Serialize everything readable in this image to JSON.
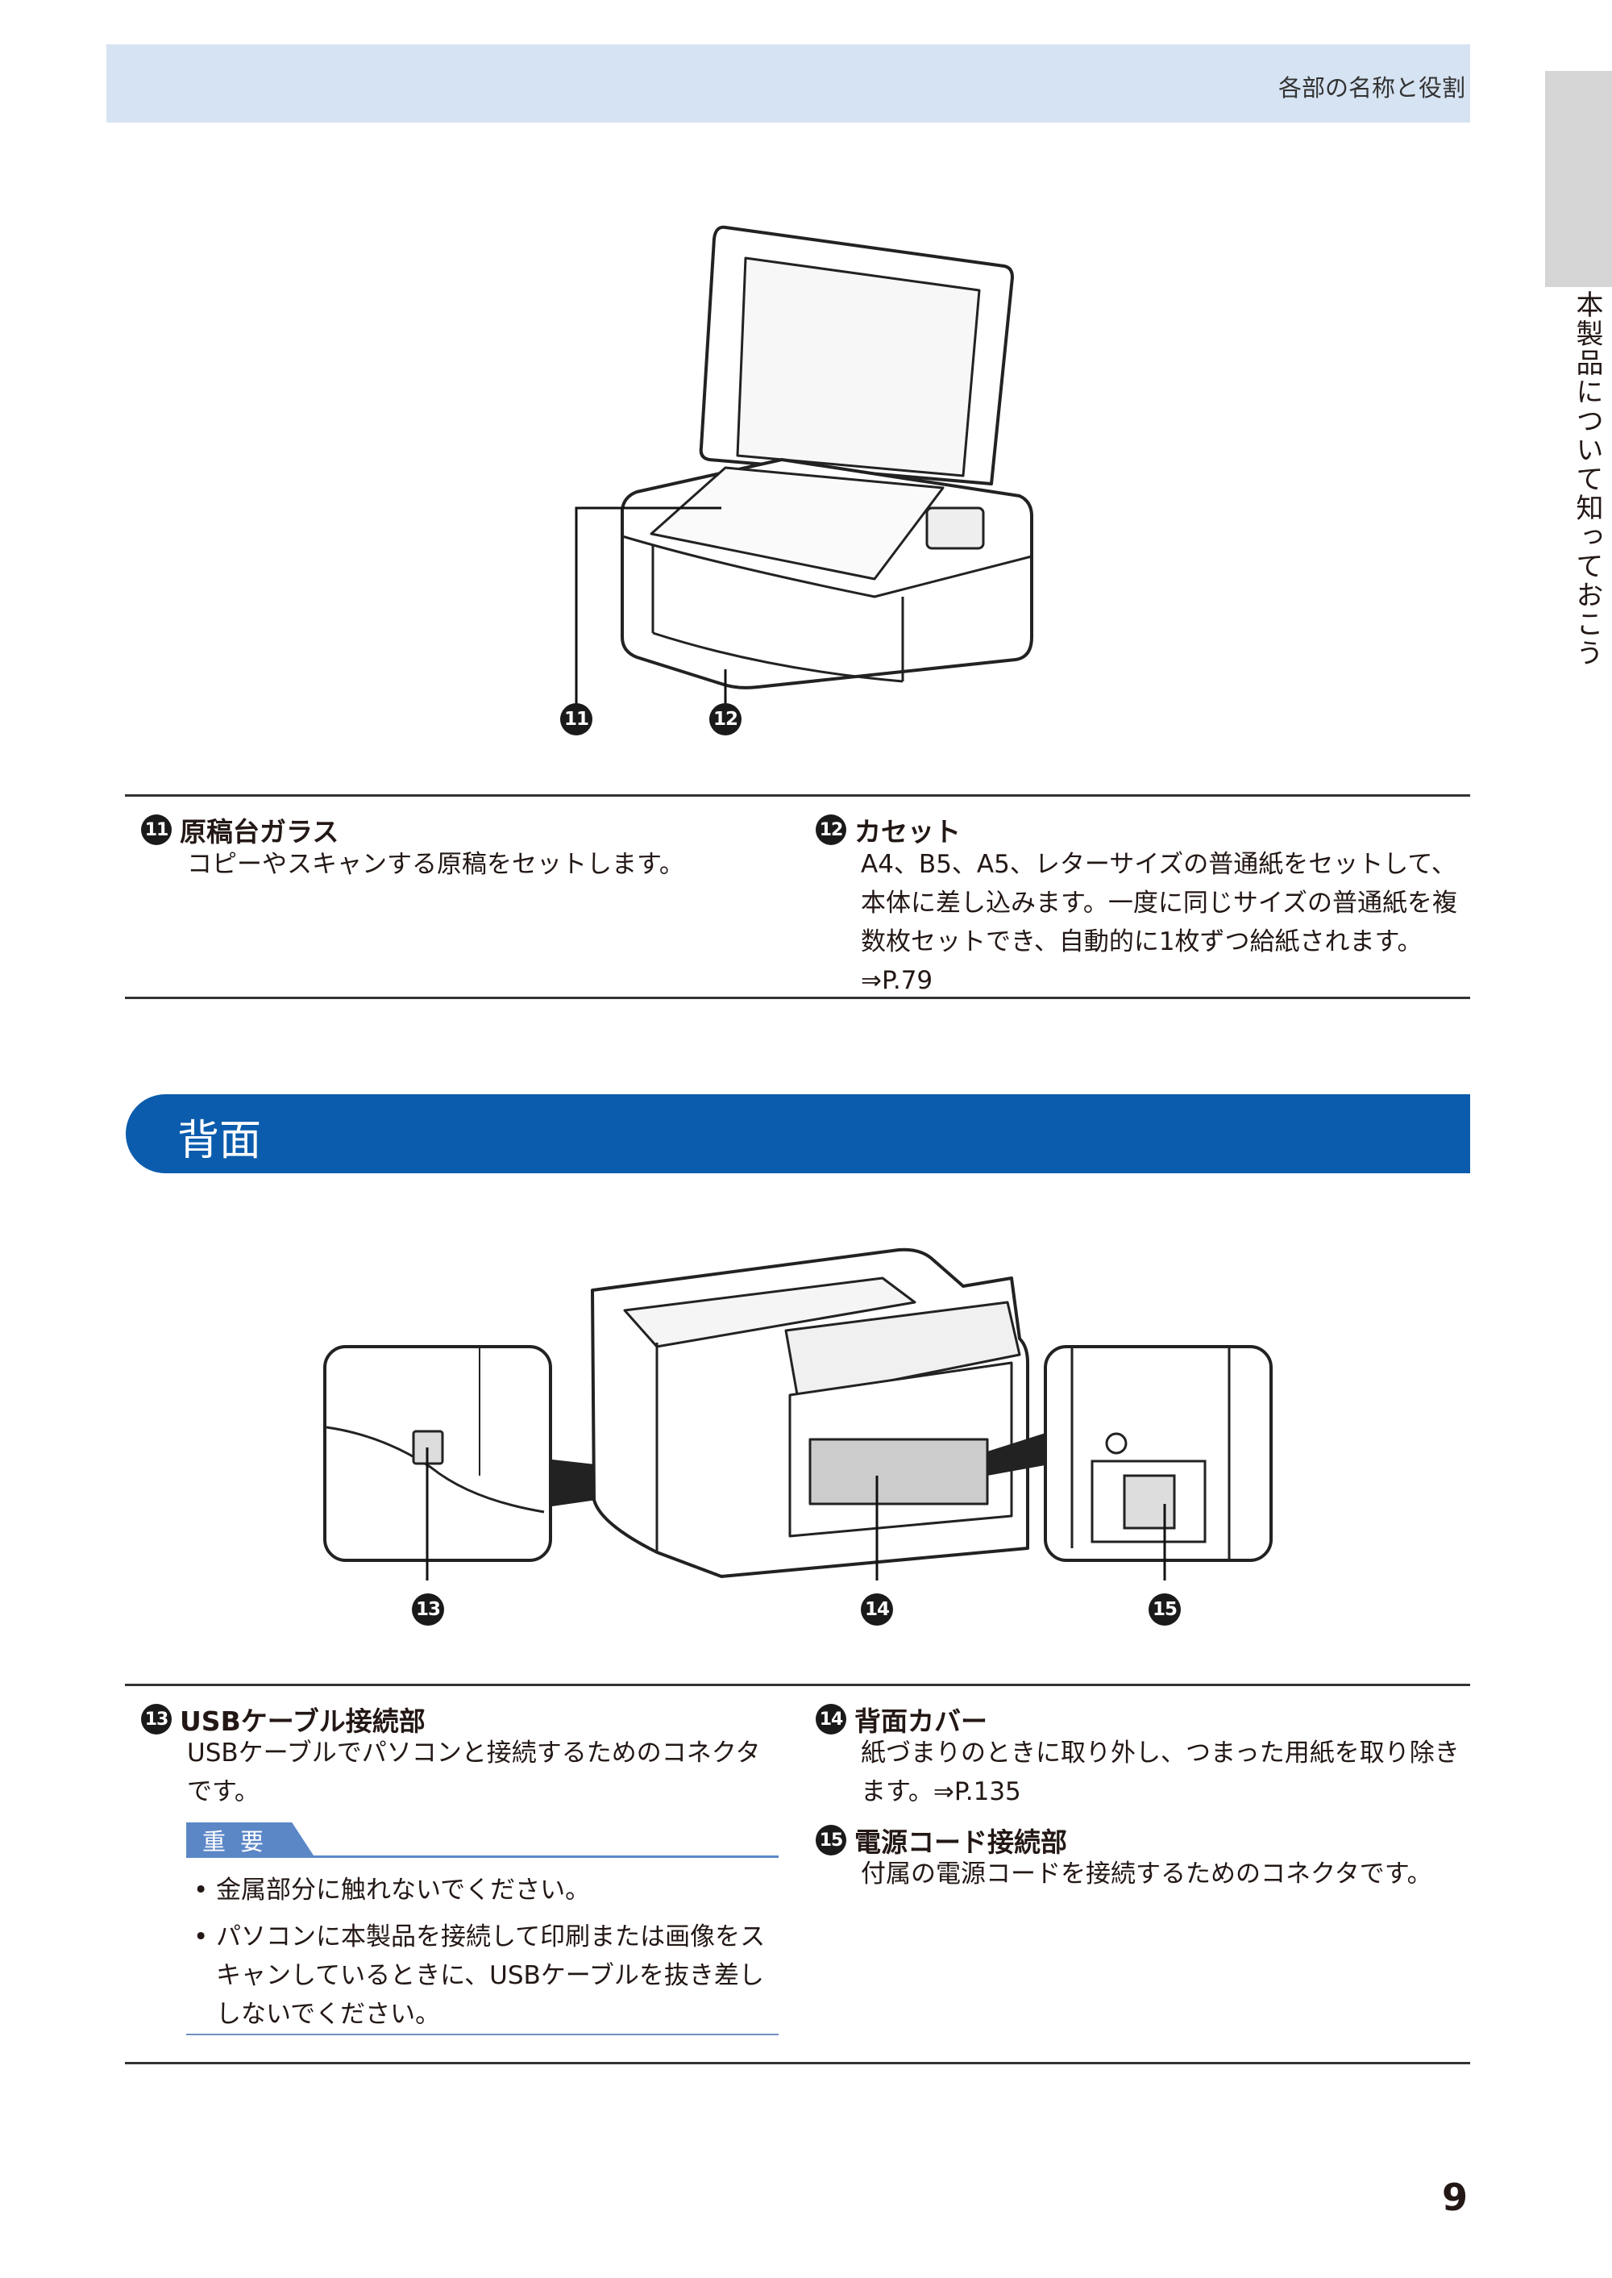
{
  "header": {
    "title": "各部の名称と役割"
  },
  "side_tab": {
    "label": "本製品について知っておこう"
  },
  "figure_top": {
    "callouts": [
      "11",
      "12"
    ]
  },
  "items_top": [
    {
      "num": "11",
      "title": "原稿台ガラス",
      "body": [
        "コピーやスキャンする原稿をセットします。"
      ]
    },
    {
      "num": "12",
      "title": "カセット",
      "body": [
        "A4、B5、A5、レターサイズの普通紙をセットして、",
        "本体に差し込みます。一度に同じサイズの普通紙を複",
        "数枚セットでき、自動的に1枚ずつ給紙されます。",
        "⇒P.79"
      ]
    }
  ],
  "section": {
    "title": "背面"
  },
  "figure_back": {
    "callouts": [
      "13",
      "14",
      "15"
    ]
  },
  "items_back": [
    {
      "num": "13",
      "title": "USBケーブル接続部",
      "body": [
        "USBケーブルでパソコンと接続するためのコネクタ",
        "です。"
      ]
    },
    {
      "num": "14",
      "title": "背面カバー",
      "body": [
        "紙づまりのときに取り外し、つまった用紙を取り除き",
        "ます。⇒P.135"
      ]
    },
    {
      "num": "15",
      "title": "電源コード接続部",
      "body": [
        "付属の電源コードを接続するためのコネクタです。"
      ]
    }
  ],
  "important": {
    "label": "重要",
    "bullets": [
      {
        "text": [
          "金属部分に触れないでください。"
        ]
      },
      {
        "text": [
          "パソコンに本製品を接続して印刷または画像をス",
          "キャンしているときに、USBケーブルを抜き差し",
          "しないでください。"
        ]
      }
    ]
  },
  "page_number": "9"
}
